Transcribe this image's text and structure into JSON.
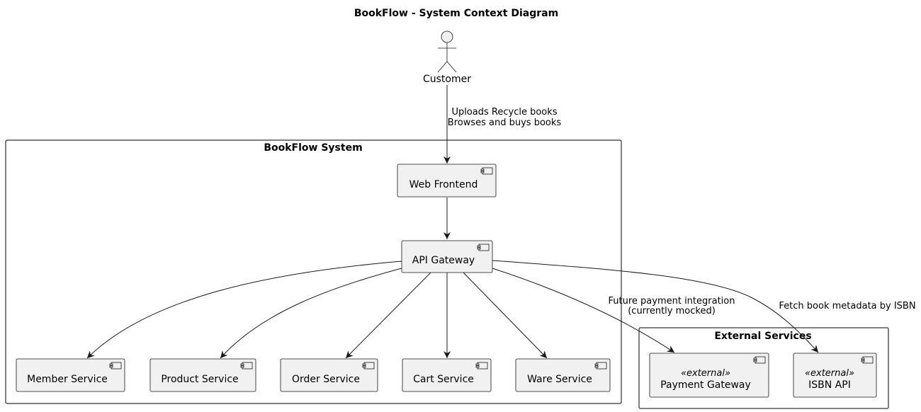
{
  "title": "BookFlow - System Context Diagram",
  "actor": {
    "label": "Customer"
  },
  "customer_edge": {
    "line1": "Uploads Recycle books",
    "line2": "Browses and buys books"
  },
  "packages": {
    "system": {
      "title": "BookFlow System"
    },
    "external": {
      "title": "External Services"
    }
  },
  "components": {
    "web_frontend": "Web Frontend",
    "api_gateway": "API Gateway",
    "member": "Member Service",
    "product": "Product Service",
    "order": "Order Service",
    "cart": "Cart Service",
    "ware": "Ware Service",
    "payment": {
      "stereotype": "«external»",
      "label": "Payment Gateway"
    },
    "isbn": {
      "stereotype": "«external»",
      "label": "ISBN API"
    }
  },
  "edge_labels": {
    "payment_line1": "Future payment integration",
    "payment_line2": "(currently mocked)",
    "isbn": "Fetch book metadata by ISBN"
  },
  "colors": {
    "component_fill": "#f1f1f1",
    "stroke": "#181818"
  }
}
